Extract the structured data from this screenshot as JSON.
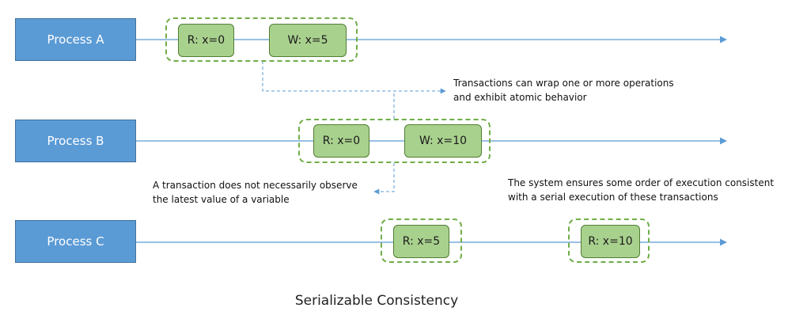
{
  "colors": {
    "process_fill": "#5b9bd5",
    "operation_fill": "#a9d18e",
    "transaction_border": "#70ad47",
    "timeline": "#5b9bd5"
  },
  "processes": [
    {
      "label": "Process A"
    },
    {
      "label": "Process B"
    },
    {
      "label": "Process C"
    }
  ],
  "operations": {
    "a_read": "R: x=0",
    "a_write": "W: x=5",
    "b_read": "R: x=0",
    "b_write": "W: x=10",
    "c_read1": "R: x=5",
    "c_read2": "R: x=10"
  },
  "notes": {
    "transactions": [
      "Transactions can wrap one or more operations",
      "and exhibit atomic behavior"
    ],
    "latest_value": [
      "A transaction does not necessarily observe",
      "the latest value of a variable"
    ],
    "serial_order": [
      "The system ensures some order of execution consistent",
      "with a serial execution of these transactions"
    ]
  },
  "caption": "Serializable Consistency"
}
